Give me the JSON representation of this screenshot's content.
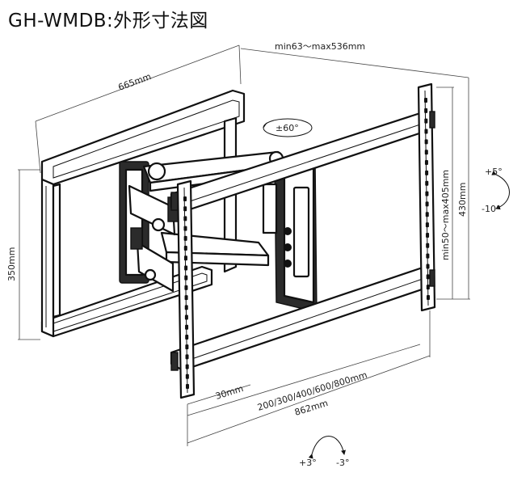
{
  "title": "GH-WMDB:外形寸法図",
  "dimensions": {
    "arm_extension": "min63～max536mm",
    "arm_width": "665mm",
    "swivel": "±60°",
    "tilt_up": "+5°",
    "tilt_down": "-10°",
    "vertical_pattern": "min50～max405mm",
    "plate_height": "430mm",
    "wall_plate_height": "350mm",
    "hole_offset": "30mm",
    "horizontal_pattern": "200/300/400/600/800mm",
    "total_width": "862mm",
    "level_plus": "+3°",
    "level_minus": "-3°"
  }
}
